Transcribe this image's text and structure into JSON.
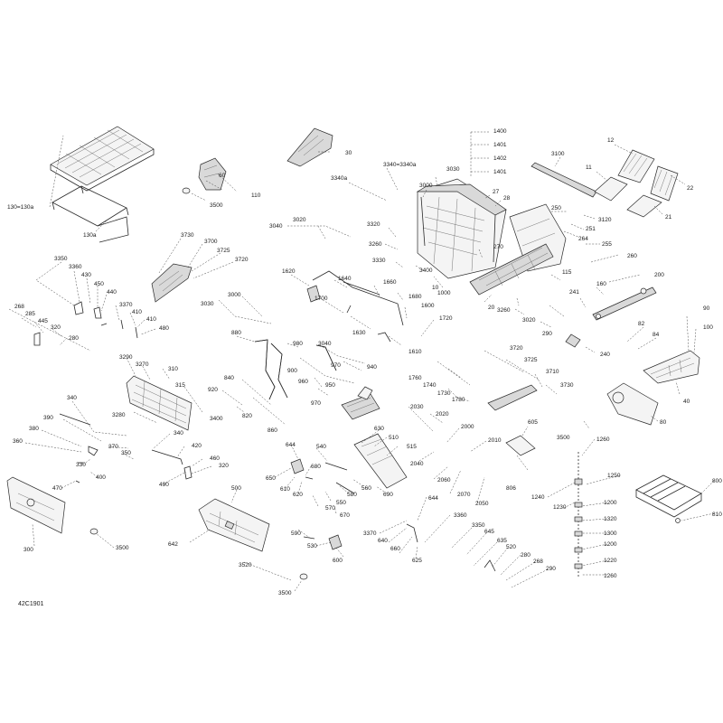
{
  "diagram_code": "42C1901",
  "callouts": [
    {
      "id": "130=130a",
      "t": "130=130a"
    },
    {
      "id": "130a",
      "t": "130a"
    },
    {
      "id": "60",
      "t": "60"
    },
    {
      "id": "110",
      "t": "110"
    },
    {
      "id": "3500a",
      "t": "3500"
    },
    {
      "id": "30",
      "t": "30"
    },
    {
      "id": "1400",
      "t": "1400"
    },
    {
      "id": "1401a",
      "t": "1401"
    },
    {
      "id": "1402",
      "t": "1402"
    },
    {
      "id": "1401b",
      "t": "1401"
    },
    {
      "id": "3340a",
      "t": "3340a"
    },
    {
      "id": "3340=3340a",
      "t": "3340=3340a"
    },
    {
      "id": "3030a",
      "t": "3030"
    },
    {
      "id": "3000a",
      "t": "3000"
    },
    {
      "id": "27",
      "t": "27"
    },
    {
      "id": "28",
      "t": "28"
    },
    {
      "id": "3100",
      "t": "3100"
    },
    {
      "id": "12",
      "t": "12"
    },
    {
      "id": "11",
      "t": "11"
    },
    {
      "id": "22",
      "t": "22"
    },
    {
      "id": "21",
      "t": "21"
    },
    {
      "id": "3120",
      "t": "3120"
    },
    {
      "id": "250",
      "t": "250"
    },
    {
      "id": "251",
      "t": "251"
    },
    {
      "id": "264",
      "t": "264"
    },
    {
      "id": "255",
      "t": "255"
    },
    {
      "id": "260",
      "t": "260"
    },
    {
      "id": "3040a",
      "t": "3040"
    },
    {
      "id": "3020a",
      "t": "3020"
    },
    {
      "id": "3320",
      "t": "3320"
    },
    {
      "id": "3260a",
      "t": "3260"
    },
    {
      "id": "270",
      "t": "270"
    },
    {
      "id": "3330",
      "t": "3330"
    },
    {
      "id": "3400a",
      "t": "3400"
    },
    {
      "id": "10",
      "t": "10"
    },
    {
      "id": "1000",
      "t": "1000"
    },
    {
      "id": "115",
      "t": "115"
    },
    {
      "id": "200",
      "t": "200"
    },
    {
      "id": "20",
      "t": "20"
    },
    {
      "id": "160",
      "t": "160"
    },
    {
      "id": "241",
      "t": "241"
    },
    {
      "id": "3260b",
      "t": "3260"
    },
    {
      "id": "3020b",
      "t": "3020"
    },
    {
      "id": "290a",
      "t": "290"
    },
    {
      "id": "3730a",
      "t": "3730"
    },
    {
      "id": "3700",
      "t": "3700"
    },
    {
      "id": "3725a",
      "t": "3725"
    },
    {
      "id": "3720a",
      "t": "3720"
    },
    {
      "id": "3350a",
      "t": "3350"
    },
    {
      "id": "3360a",
      "t": "3360"
    },
    {
      "id": "430",
      "t": "430"
    },
    {
      "id": "450",
      "t": "450"
    },
    {
      "id": "440",
      "t": "440"
    },
    {
      "id": "3370a",
      "t": "3370"
    },
    {
      "id": "410a",
      "t": "410"
    },
    {
      "id": "410b",
      "t": "410"
    },
    {
      "id": "480",
      "t": "480"
    },
    {
      "id": "268a",
      "t": "268"
    },
    {
      "id": "285",
      "t": "285"
    },
    {
      "id": "445",
      "t": "445"
    },
    {
      "id": "320a",
      "t": "320"
    },
    {
      "id": "280a",
      "t": "280"
    },
    {
      "id": "1620",
      "t": "1620"
    },
    {
      "id": "1640",
      "t": "1640"
    },
    {
      "id": "1660",
      "t": "1660"
    },
    {
      "id": "1680",
      "t": "1680"
    },
    {
      "id": "1700",
      "t": "1700"
    },
    {
      "id": "1600",
      "t": "1600"
    },
    {
      "id": "1630",
      "t": "1630"
    },
    {
      "id": "1610",
      "t": "1610"
    },
    {
      "id": "1720",
      "t": "1720"
    },
    {
      "id": "3030b",
      "t": "3030"
    },
    {
      "id": "3000b",
      "t": "3000"
    },
    {
      "id": "880",
      "t": "880"
    },
    {
      "id": "980",
      "t": "980"
    },
    {
      "id": "3040b",
      "t": "3040"
    },
    {
      "id": "900",
      "t": "900"
    },
    {
      "id": "970a",
      "t": "970"
    },
    {
      "id": "940",
      "t": "940"
    },
    {
      "id": "960",
      "t": "960"
    },
    {
      "id": "950",
      "t": "950"
    },
    {
      "id": "970b",
      "t": "970"
    },
    {
      "id": "840",
      "t": "840"
    },
    {
      "id": "920",
      "t": "920"
    },
    {
      "id": "820",
      "t": "820"
    },
    {
      "id": "860",
      "t": "860"
    },
    {
      "id": "3290",
      "t": "3290"
    },
    {
      "id": "3270",
      "t": "3270"
    },
    {
      "id": "310",
      "t": "310"
    },
    {
      "id": "315",
      "t": "315"
    },
    {
      "id": "3280",
      "t": "3280"
    },
    {
      "id": "3400b",
      "t": "3400"
    },
    {
      "id": "3720b",
      "t": "3720"
    },
    {
      "id": "3725b",
      "t": "3725"
    },
    {
      "id": "3710",
      "t": "3710"
    },
    {
      "id": "3730b",
      "t": "3730"
    },
    {
      "id": "1760",
      "t": "1760"
    },
    {
      "id": "1740",
      "t": "1740"
    },
    {
      "id": "1730",
      "t": "1730"
    },
    {
      "id": "1780",
      "t": "1780"
    },
    {
      "id": "240",
      "t": "240"
    },
    {
      "id": "82",
      "t": "82"
    },
    {
      "id": "84",
      "t": "84"
    },
    {
      "id": "90",
      "t": "90"
    },
    {
      "id": "100",
      "t": "100"
    },
    {
      "id": "40",
      "t": "40"
    },
    {
      "id": "80",
      "t": "80"
    },
    {
      "id": "340a",
      "t": "340"
    },
    {
      "id": "390",
      "t": "390"
    },
    {
      "id": "380",
      "t": "380"
    },
    {
      "id": "360",
      "t": "360"
    },
    {
      "id": "370",
      "t": "370"
    },
    {
      "id": "350",
      "t": "350"
    },
    {
      "id": "330",
      "t": "330"
    },
    {
      "id": "400",
      "t": "400"
    },
    {
      "id": "470",
      "t": "470"
    },
    {
      "id": "340b",
      "t": "340"
    },
    {
      "id": "420",
      "t": "420"
    },
    {
      "id": "460",
      "t": "460"
    },
    {
      "id": "320b",
      "t": "320"
    },
    {
      "id": "490",
      "t": "490"
    },
    {
      "id": "630",
      "t": "630"
    },
    {
      "id": "510",
      "t": "510"
    },
    {
      "id": "515",
      "t": "515"
    },
    {
      "id": "2030",
      "t": "2030"
    },
    {
      "id": "2020",
      "t": "2020"
    },
    {
      "id": "2000",
      "t": "2000"
    },
    {
      "id": "2010",
      "t": "2010"
    },
    {
      "id": "2040",
      "t": "2040"
    },
    {
      "id": "2060",
      "t": "2060"
    },
    {
      "id": "2070",
      "t": "2070"
    },
    {
      "id": "2050",
      "t": "2050"
    },
    {
      "id": "605",
      "t": "605"
    },
    {
      "id": "806",
      "t": "806"
    },
    {
      "id": "3500b",
      "t": "3500"
    },
    {
      "id": "1260a",
      "t": "1260"
    },
    {
      "id": "1250",
      "t": "1250"
    },
    {
      "id": "1240",
      "t": "1240"
    },
    {
      "id": "1230",
      "t": "1230"
    },
    {
      "id": "1200a",
      "t": "1200"
    },
    {
      "id": "1320",
      "t": "1320"
    },
    {
      "id": "1300",
      "t": "1300"
    },
    {
      "id": "1200b",
      "t": "1200"
    },
    {
      "id": "1220",
      "t": "1220"
    },
    {
      "id": "1260b",
      "t": "1260"
    },
    {
      "id": "800",
      "t": "800"
    },
    {
      "id": "810",
      "t": "810"
    },
    {
      "id": "644a",
      "t": "644"
    },
    {
      "id": "540",
      "t": "540"
    },
    {
      "id": "680",
      "t": "680"
    },
    {
      "id": "650",
      "t": "650"
    },
    {
      "id": "610",
      "t": "610"
    },
    {
      "id": "620",
      "t": "620"
    },
    {
      "id": "560",
      "t": "560"
    },
    {
      "id": "690",
      "t": "690"
    },
    {
      "id": "580",
      "t": "580"
    },
    {
      "id": "550",
      "t": "550"
    },
    {
      "id": "570",
      "t": "570"
    },
    {
      "id": "670",
      "t": "670"
    },
    {
      "id": "644b",
      "t": "644"
    },
    {
      "id": "500",
      "t": "500"
    },
    {
      "id": "590",
      "t": "590"
    },
    {
      "id": "530",
      "t": "530"
    },
    {
      "id": "600",
      "t": "600"
    },
    {
      "id": "3370b",
      "t": "3370"
    },
    {
      "id": "640",
      "t": "640"
    },
    {
      "id": "660",
      "t": "660"
    },
    {
      "id": "625",
      "t": "625"
    },
    {
      "id": "3360b",
      "t": "3360"
    },
    {
      "id": "3350b",
      "t": "3350"
    },
    {
      "id": "645",
      "t": "645"
    },
    {
      "id": "635",
      "t": "635"
    },
    {
      "id": "520",
      "t": "520"
    },
    {
      "id": "280b",
      "t": "280"
    },
    {
      "id": "268b",
      "t": "268"
    },
    {
      "id": "290b",
      "t": "290"
    },
    {
      "id": "300",
      "t": "300"
    },
    {
      "id": "3500c",
      "t": "3500"
    },
    {
      "id": "642",
      "t": "642"
    },
    {
      "id": "3520",
      "t": "3520"
    },
    {
      "id": "3500d",
      "t": "3500"
    }
  ]
}
